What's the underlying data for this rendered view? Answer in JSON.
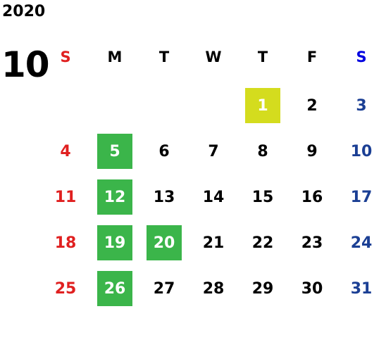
{
  "calendar": {
    "year": "2020",
    "month": "10",
    "weekdays": [
      "S",
      "M",
      "T",
      "W",
      "T",
      "F",
      "S"
    ],
    "weeks": [
      [
        "",
        "",
        "",
        "",
        "1",
        "2",
        "3"
      ],
      [
        "4",
        "5",
        "6",
        "7",
        "8",
        "9",
        "10"
      ],
      [
        "11",
        "12",
        "13",
        "14",
        "15",
        "16",
        "17"
      ],
      [
        "18",
        "19",
        "20",
        "21",
        "22",
        "23",
        "24"
      ],
      [
        "25",
        "26",
        "27",
        "28",
        "29",
        "30",
        "31"
      ]
    ],
    "highlights": {
      "1": "yellow",
      "5": "green",
      "12": "green",
      "19": "green",
      "20": "green",
      "26": "green"
    },
    "colors": {
      "sunday": "#e02020",
      "saturday": "#1b3f94",
      "saturday_header": "#0000e0",
      "highlight_green": "#3bb54a",
      "highlight_yellow": "#d4dc1e"
    }
  }
}
